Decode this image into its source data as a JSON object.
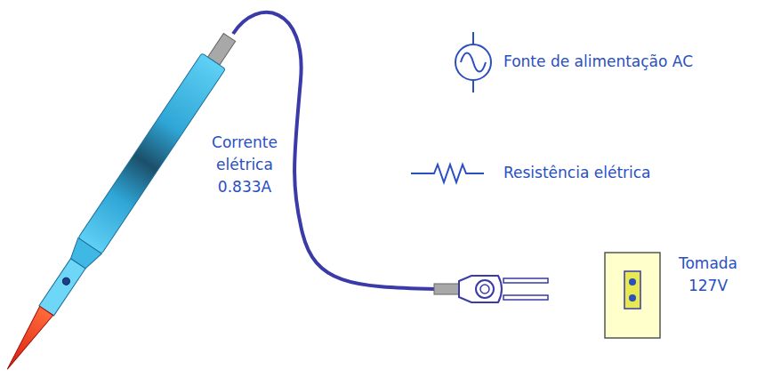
{
  "diagram": {
    "labels": [
      "Corrente elétrica",
      "0.833A",
      "Tomada 127V"
    ],
    "legend": [
      {
        "text": "Fonte de alimentação AC"
      },
      {
        "text": "Resistência elétrica"
      }
    ]
  }
}
